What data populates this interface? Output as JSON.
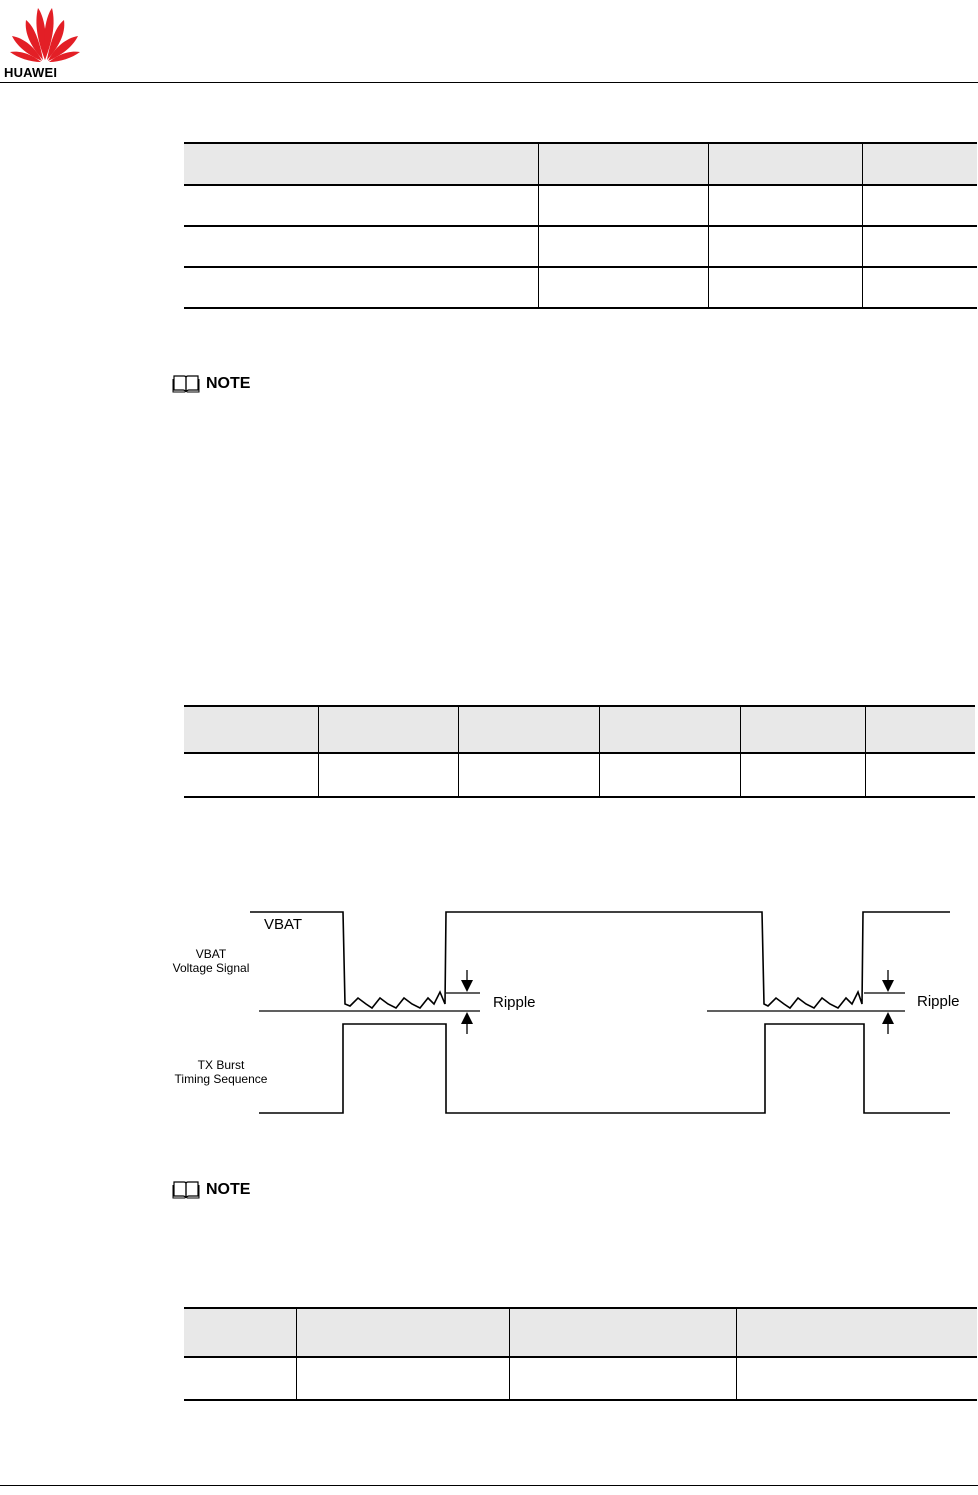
{
  "header": {
    "brand": "HUAWEI"
  },
  "table_1": {
    "columns": [
      "",
      "",
      "",
      ""
    ],
    "rows": [
      [
        "",
        "",
        "",
        ""
      ],
      [
        "",
        "",
        "",
        ""
      ],
      [
        "",
        "",
        "",
        ""
      ]
    ]
  },
  "note_1": {
    "label": "NOTE",
    "icon": "book-icon"
  },
  "table_2": {
    "columns": [
      "",
      "",
      "",
      "",
      "",
      ""
    ],
    "rows": [
      [
        "",
        "",
        "",
        "",
        "",
        ""
      ]
    ]
  },
  "figure": {
    "vbat_label": "VBAT",
    "vbat_signal_line1": "VBAT",
    "vbat_signal_line2": "Voltage Signal",
    "tx_line1": "TX Burst",
    "tx_line2": "Timing Sequence",
    "ripple_left": "Ripple",
    "ripple_right": "Ripple"
  },
  "note_2": {
    "label": "NOTE",
    "icon": "book-icon"
  },
  "table_3": {
    "columns": [
      "",
      "",
      "",
      ""
    ],
    "rows": [
      [
        "",
        "",
        "",
        ""
      ]
    ]
  }
}
